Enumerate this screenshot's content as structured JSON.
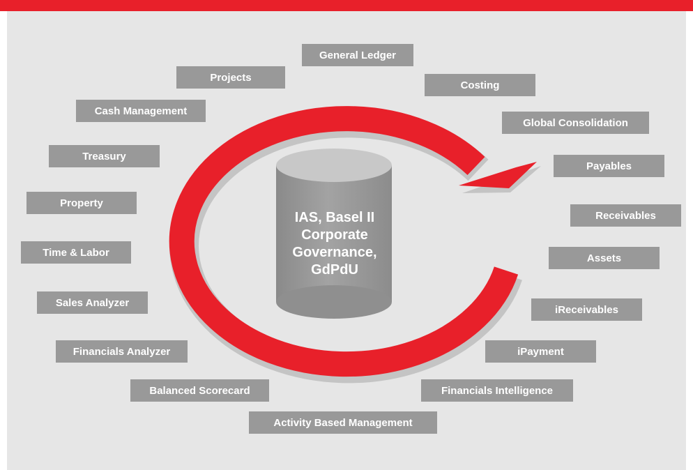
{
  "center_label": [
    "IAS, Basel II",
    "Corporate",
    "Governance,",
    "GdPdU"
  ],
  "modules": {
    "general_ledger": "General Ledger",
    "projects": "Projects",
    "costing": "Costing",
    "cash_management": "Cash Management",
    "global_consolidation": "Global Consolidation",
    "treasury": "Treasury",
    "payables": "Payables",
    "property": "Property",
    "receivables": "Receivables",
    "time_labor": "Time & Labor",
    "assets": "Assets",
    "sales_analyzer": "Sales Analyzer",
    "ireceivables": "iReceivables",
    "financials_analyzer": "Financials Analyzer",
    "ipayment": "iPayment",
    "balanced_scorecard": "Balanced Scorecard",
    "financials_intelligence": "Financials Intelligence",
    "activity_based_management": "Activity Based Management"
  },
  "colors": {
    "header_red": "#e8202a",
    "arrow_red": "#e8202a",
    "box_gray": "#999999",
    "background": "#e6e6e6"
  }
}
